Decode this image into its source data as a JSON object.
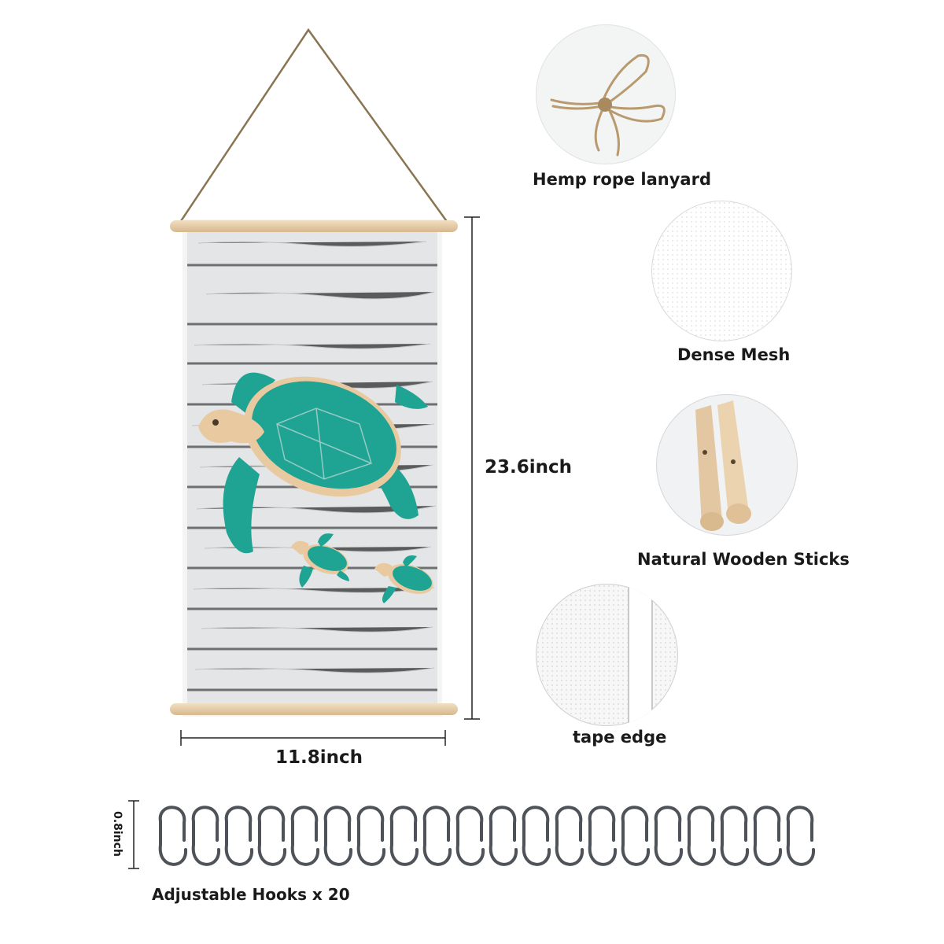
{
  "features": {
    "hemp": "Hemp rope lanyard",
    "mesh": "Dense Mesh",
    "sticks": "Natural Wooden Sticks",
    "tape": "tape edge"
  },
  "dimensions": {
    "height": "23.6inch",
    "width": "11.8inch",
    "hook_size": "0.8inch"
  },
  "hooks": {
    "label": "Adjustable Hooks x 20",
    "count": 20
  },
  "colors": {
    "turtle": "#1fa393",
    "wood": "#e8c9a0",
    "planks": "#dfe1e2"
  }
}
